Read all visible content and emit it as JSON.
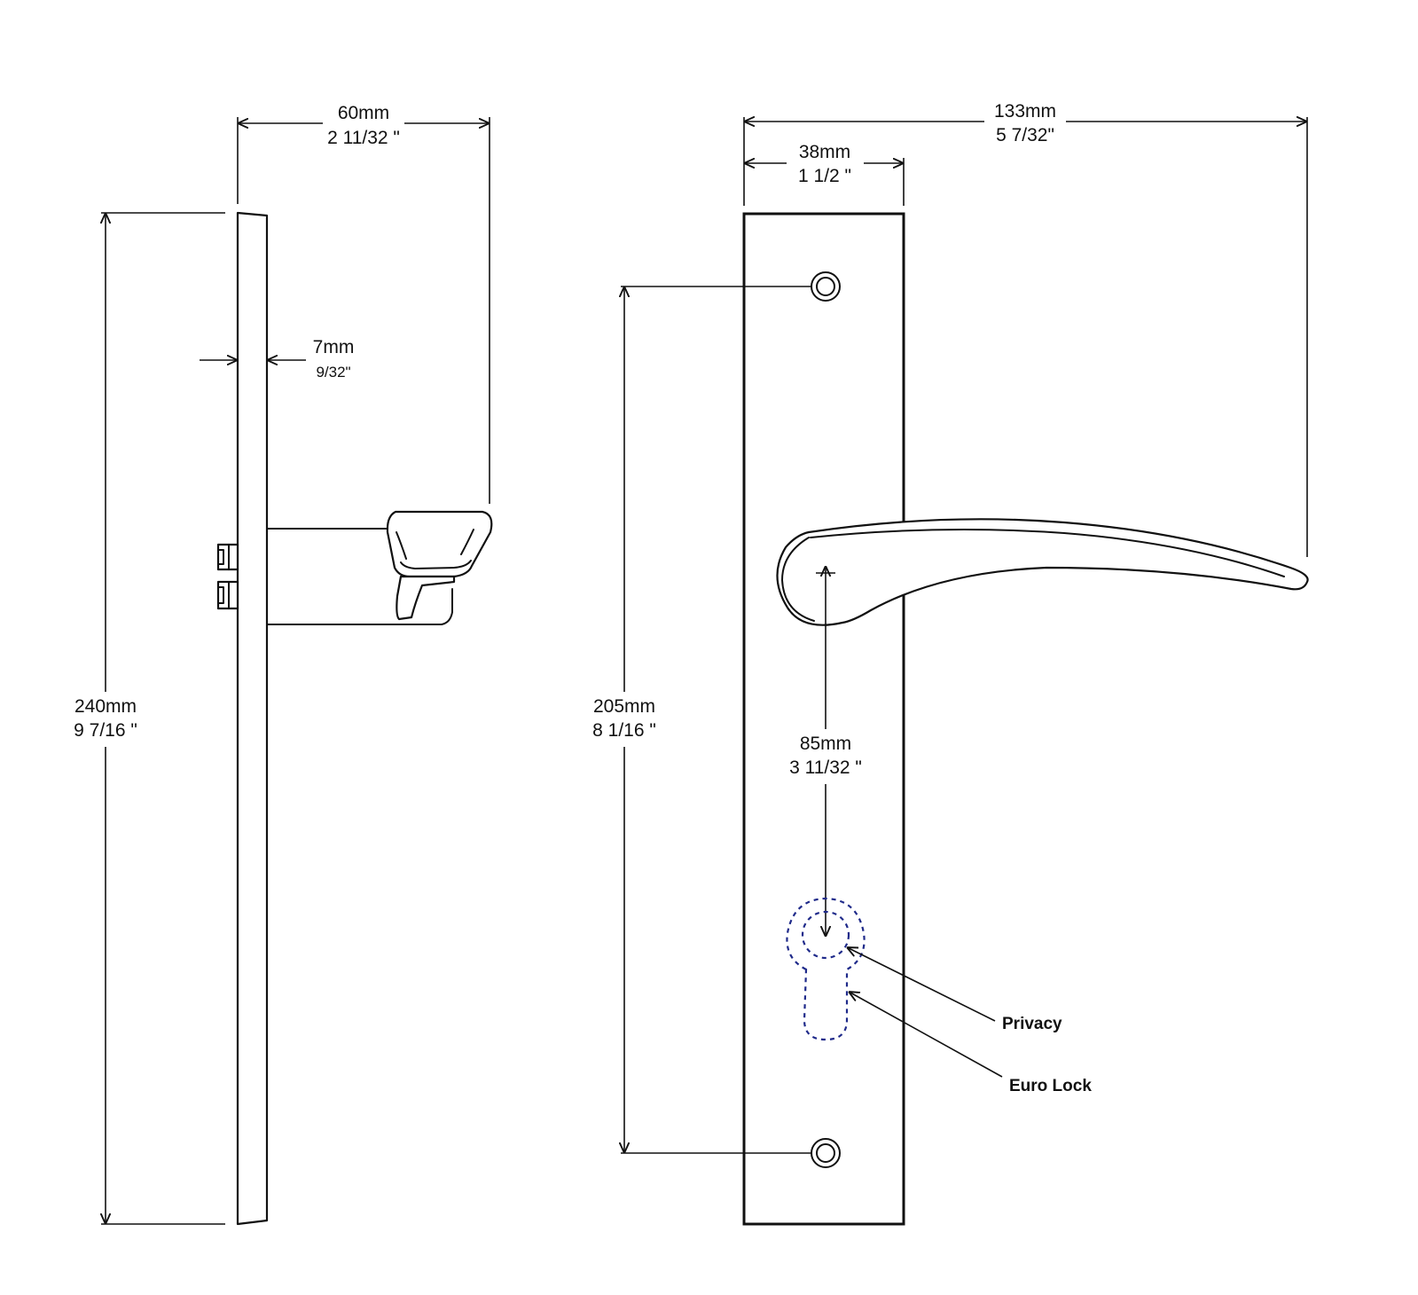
{
  "colors": {
    "line": "#111111",
    "cutout": "#1f2a8a"
  },
  "side_view": {
    "width_label": {
      "metric": "60mm",
      "imperial": "2 11/32 \""
    },
    "thickness_label": {
      "metric": "7mm",
      "imperial": "9/32\""
    },
    "height_label": {
      "metric": "240mm",
      "imperial": "9 7/16 \""
    }
  },
  "front_view": {
    "total_width_label": {
      "metric": "133mm",
      "imperial": "5 7/32\""
    },
    "plate_width_label": {
      "metric": "38mm",
      "imperial": "1 1/2 \""
    },
    "hole_spacing_label": {
      "metric": "205mm",
      "imperial": "8 1/16 \""
    },
    "spindle_to_lock_label": {
      "metric": "85mm",
      "imperial": "3 11/32 \""
    },
    "callouts": {
      "privacy": "Privacy",
      "euro_lock": "Euro Lock"
    }
  }
}
